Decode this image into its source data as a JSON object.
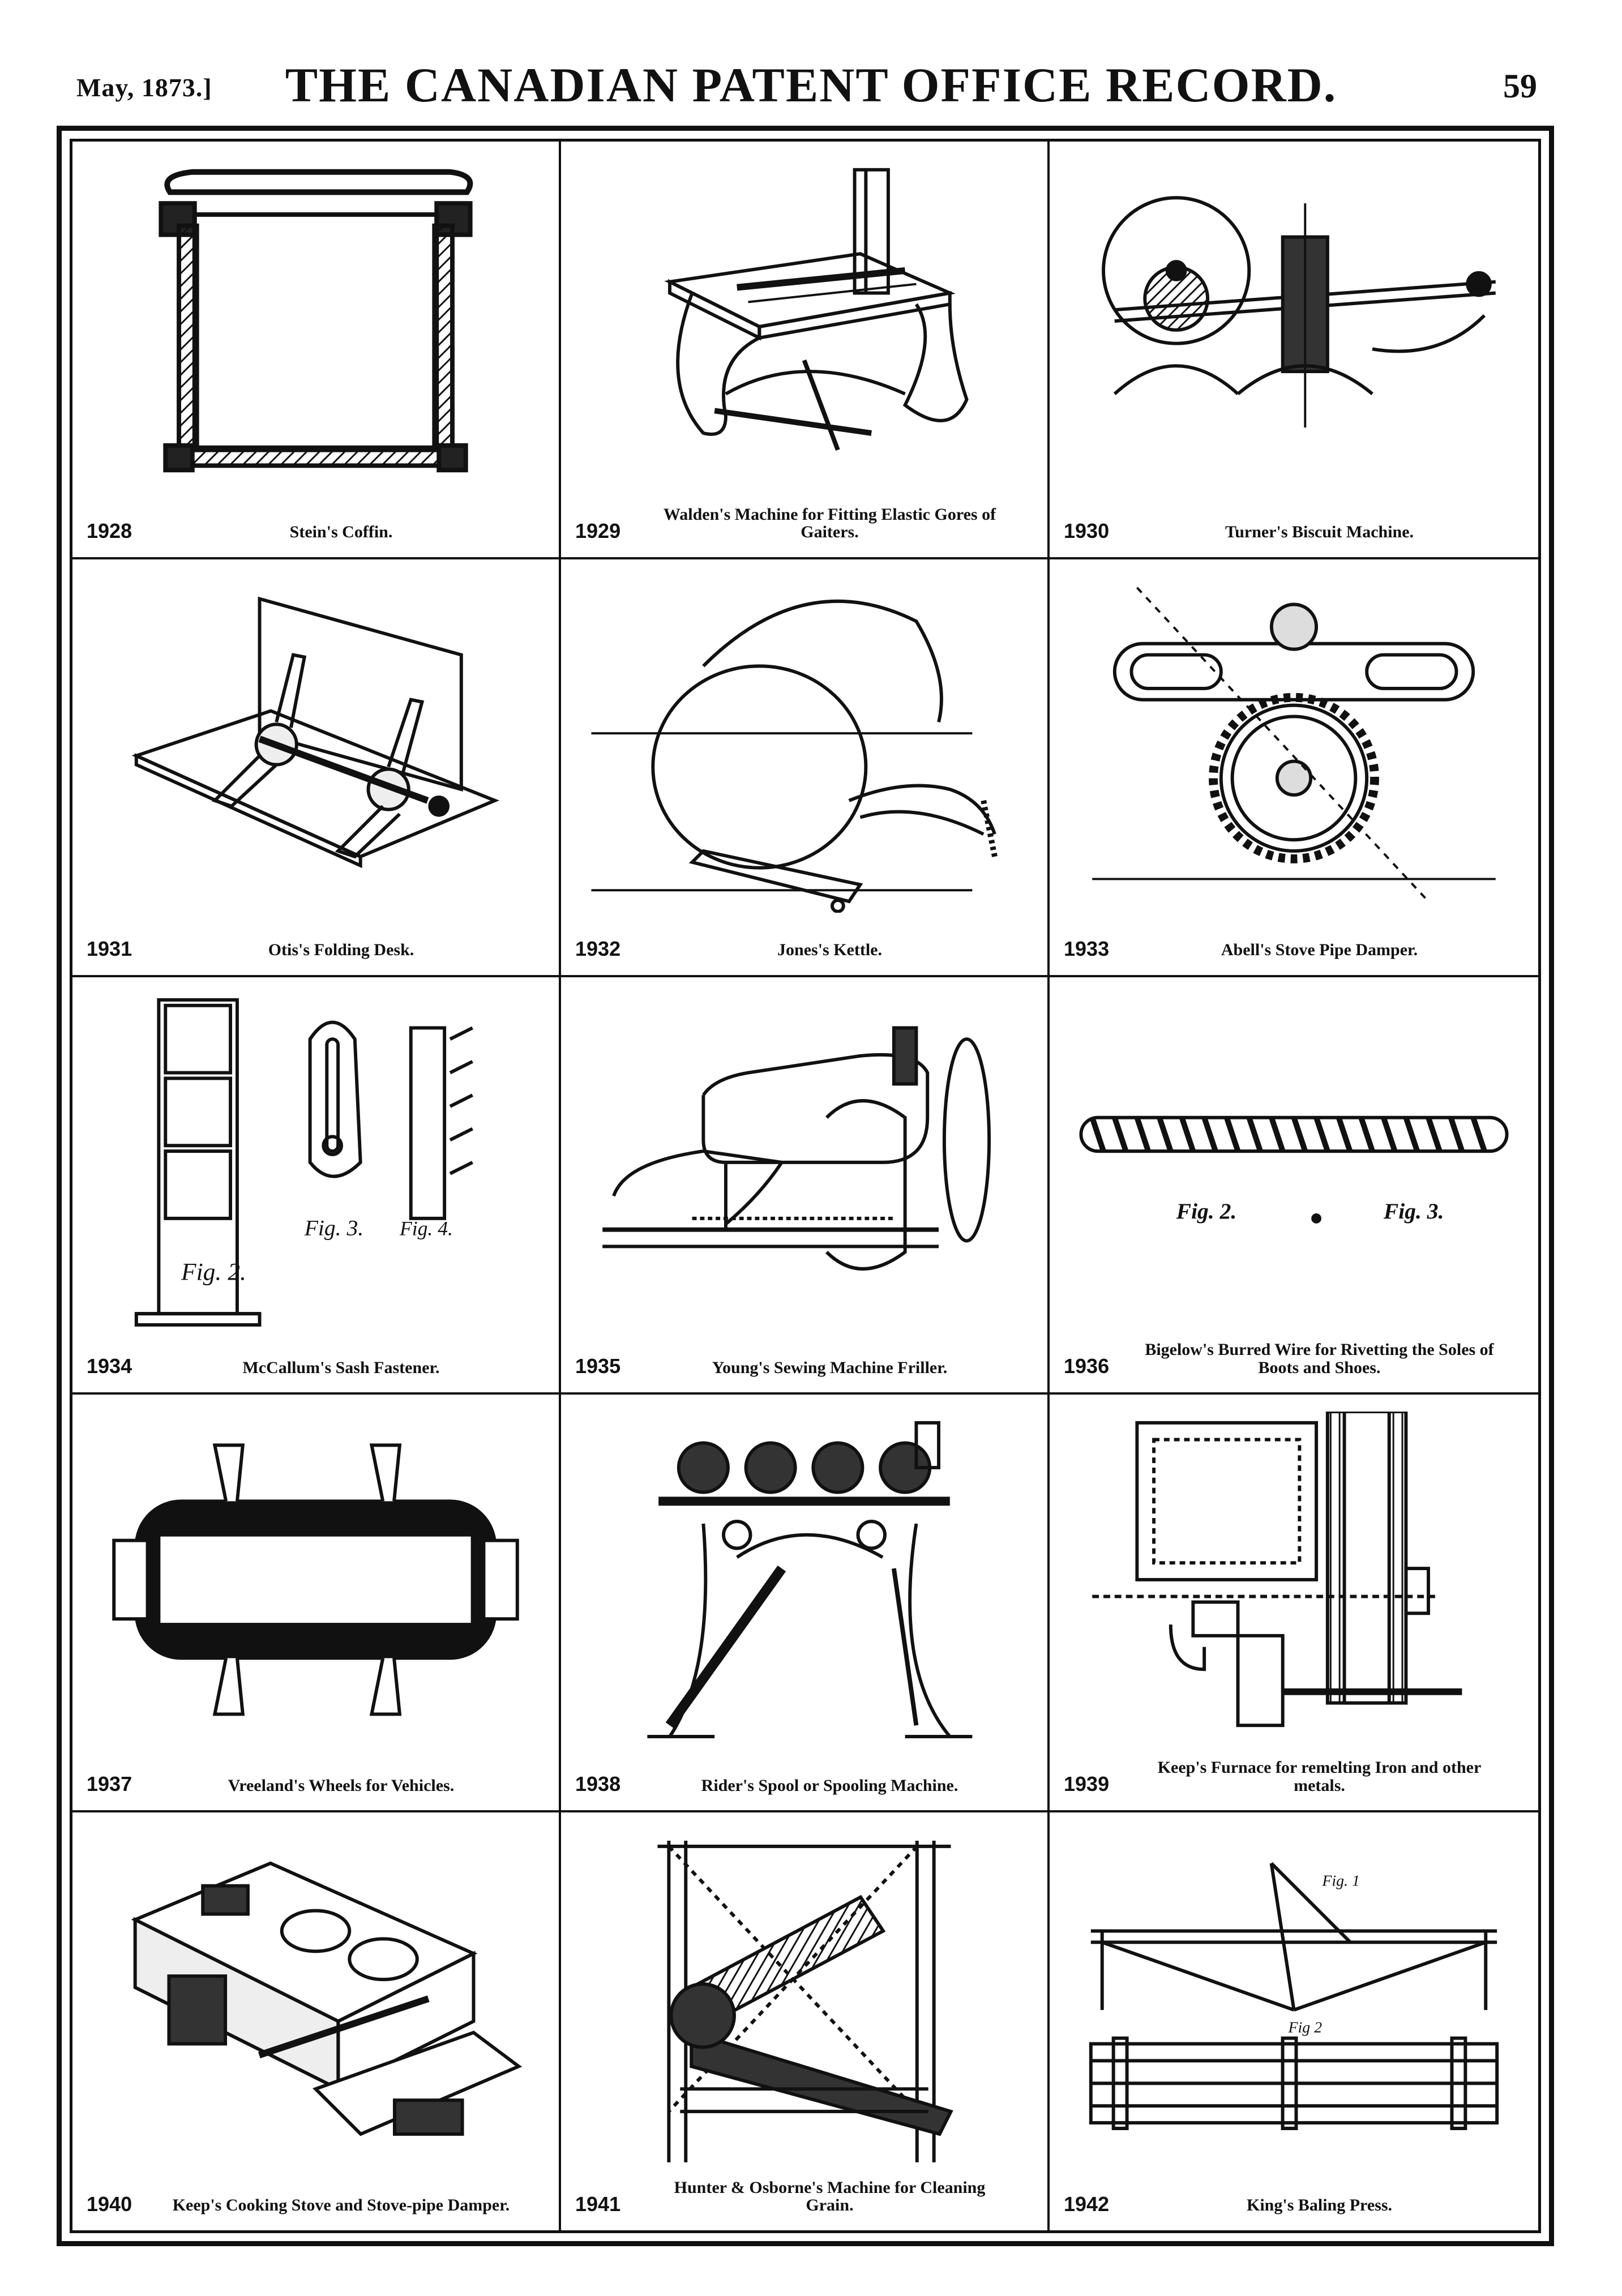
{
  "header": {
    "left": "May, 1873.]",
    "title": "THE CANADIAN PATENT OFFICE RECORD.",
    "page": "59"
  },
  "figures": [
    {
      "number": "1928",
      "title": "Stein's Coffin.",
      "icon": "coffin-cross-section"
    },
    {
      "number": "1929",
      "title": "Walden's Machine for Fitting Elastic Gores of Gaiters.",
      "icon": "gaiter-machine"
    },
    {
      "number": "1930",
      "title": "Turner's Biscuit Machine.",
      "icon": "biscuit-machine"
    },
    {
      "number": "1931",
      "title": "Otis's Folding Desk.",
      "icon": "folding-desk"
    },
    {
      "number": "1932",
      "title": "Jones's Kettle.",
      "icon": "kettle"
    },
    {
      "number": "1933",
      "title": "Abell's Stove Pipe Damper.",
      "icon": "stove-pipe-damper"
    },
    {
      "number": "1934",
      "title": "McCallum's Sash Fastener.",
      "icon": "sash-fastener"
    },
    {
      "number": "1935",
      "title": "Young's Sewing Machine Friller.",
      "icon": "sewing-machine"
    },
    {
      "number": "1936",
      "title": "Bigelow's Burred Wire for Rivetting the Soles of Boots and Shoes.",
      "icon": "burred-wire"
    },
    {
      "number": "1937",
      "title": "Vreeland's Wheels for Vehicles.",
      "icon": "vehicle-wheel"
    },
    {
      "number": "1938",
      "title": "Rider's Spool or Spooling Machine.",
      "icon": "spooling-machine"
    },
    {
      "number": "1939",
      "title": "Keep's Furnace for remelting Iron and other metals.",
      "icon": "furnace"
    },
    {
      "number": "1940",
      "title": "Keep's Cooking Stove and Stove-pipe Damper.",
      "icon": "cooking-stove"
    },
    {
      "number": "1941",
      "title": "Hunter & Osborne's Machine for Cleaning Grain.",
      "icon": "grain-cleaner"
    },
    {
      "number": "1942",
      "title": "King's Baling Press.",
      "icon": "baling-press"
    }
  ],
  "labels": {
    "fig_2": "Fig. 2.",
    "fig_3": "Fig. 3.",
    "fig_4": "Fig. 4.",
    "fig_1": "Fig. 1",
    "fig_2b": "Fig 2"
  }
}
